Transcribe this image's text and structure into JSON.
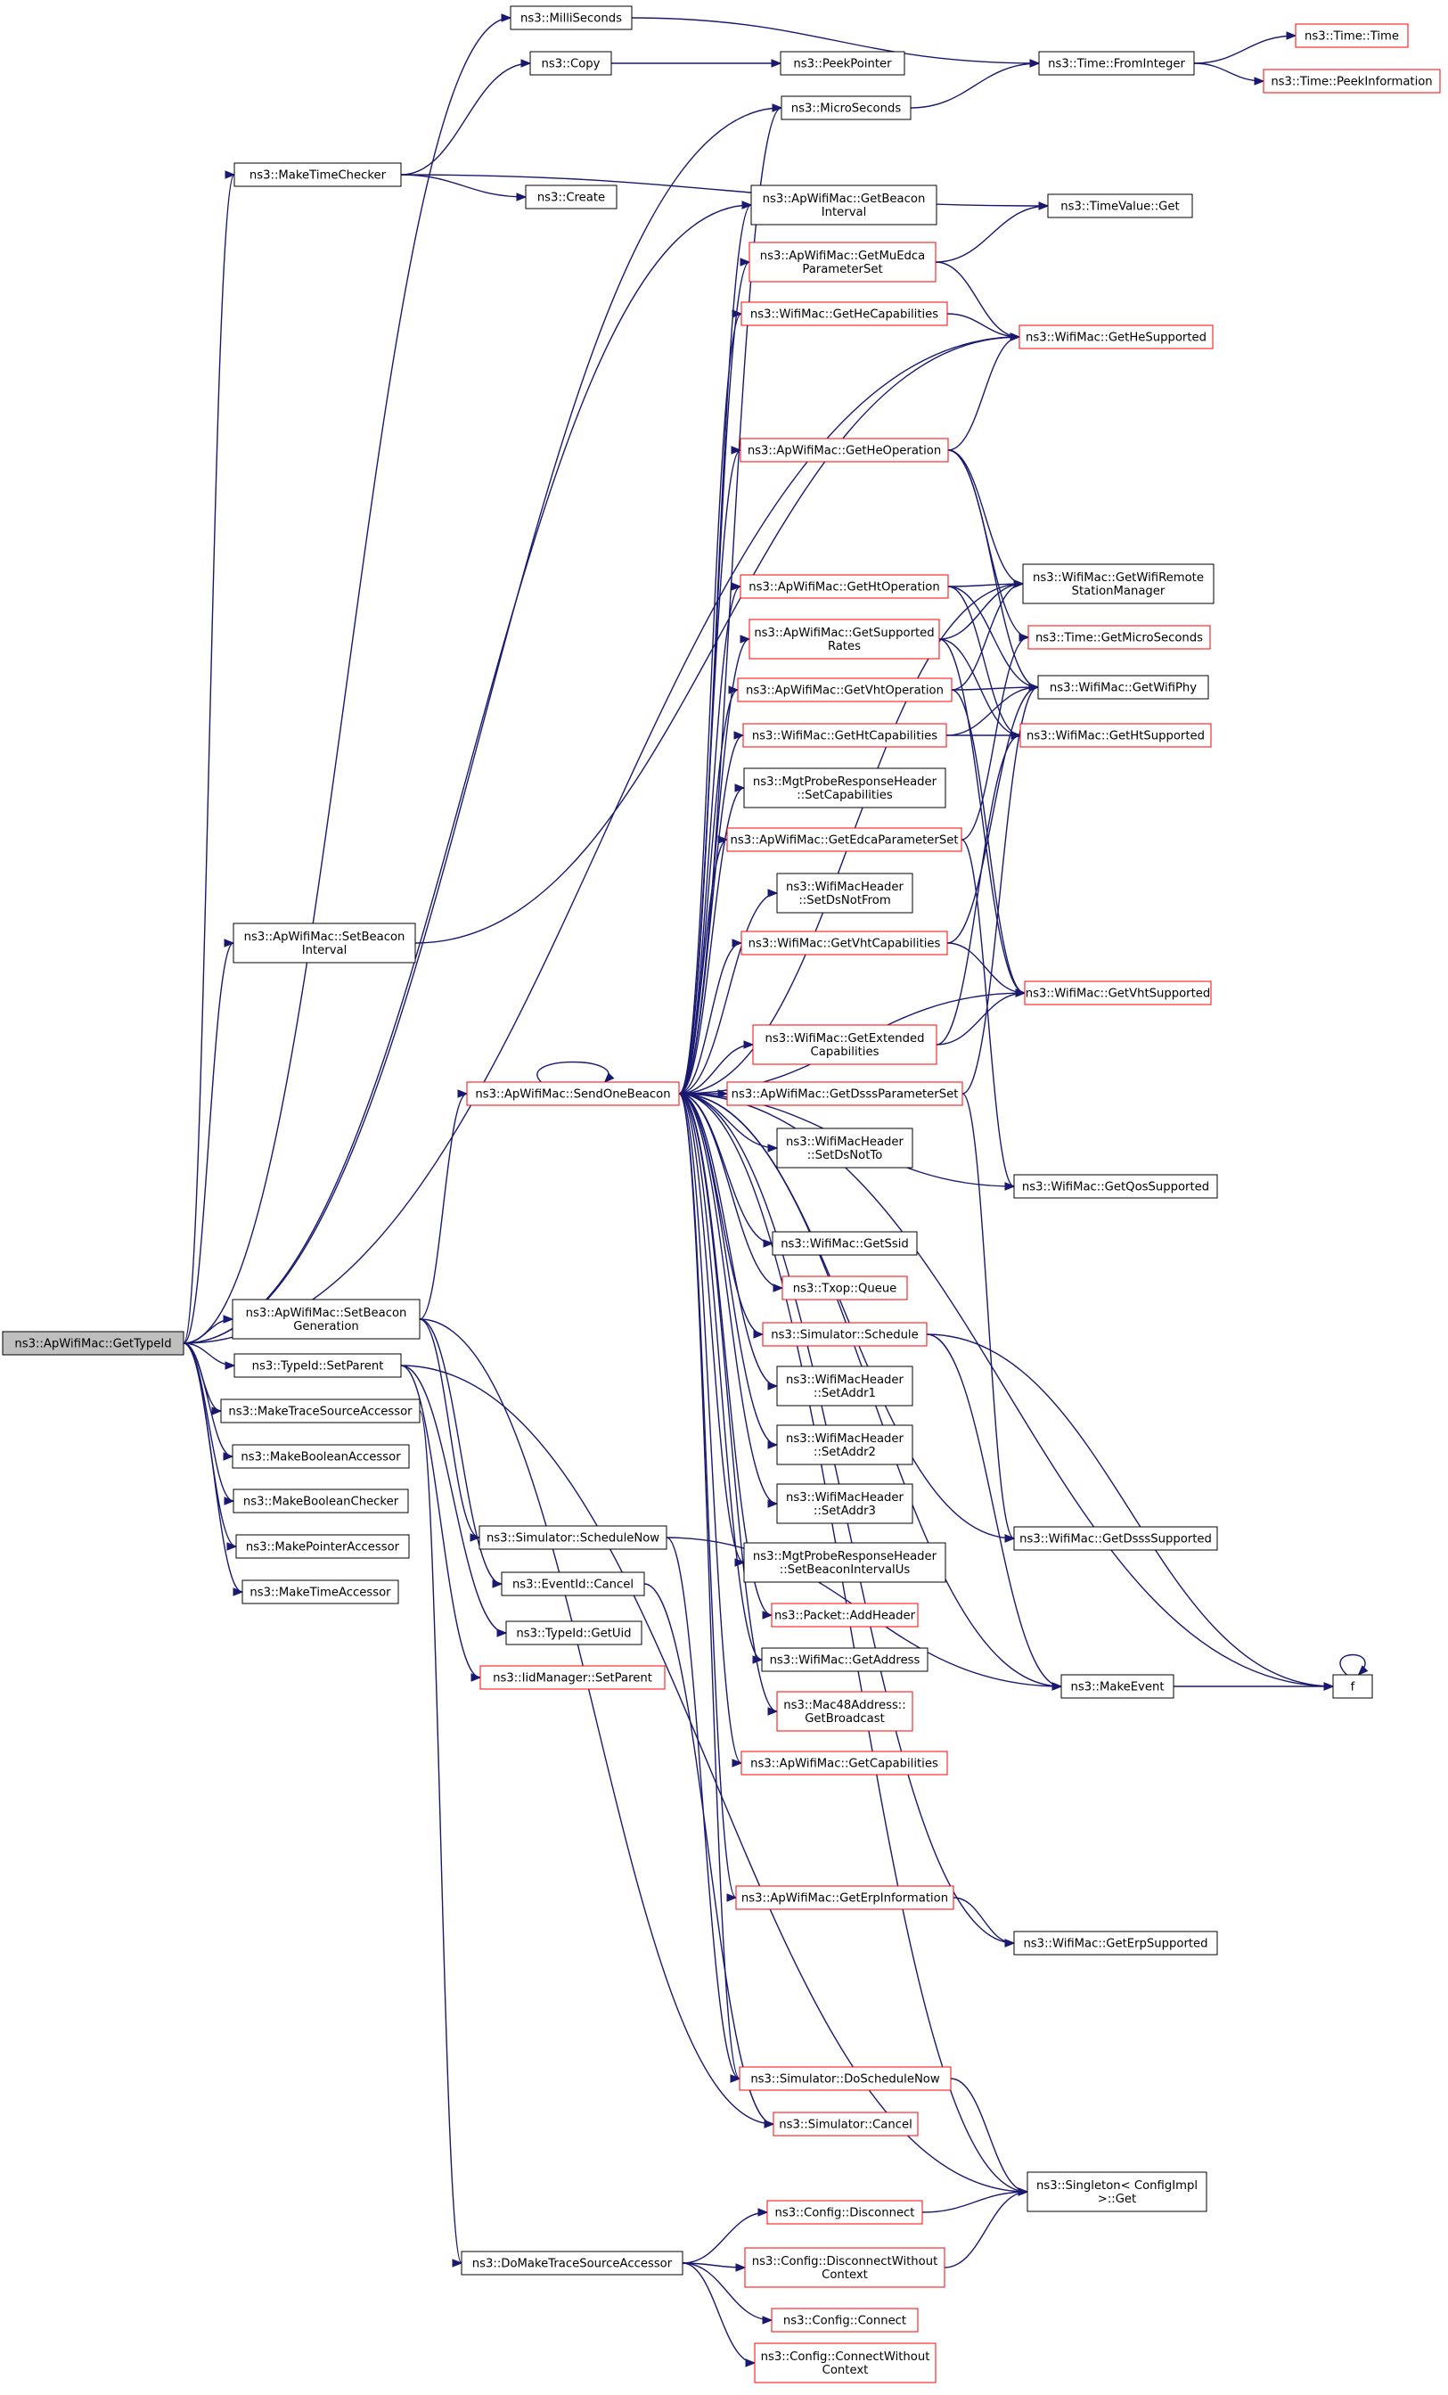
{
  "graph": {
    "root": "ns3::ApWifiMac::GetTypeId",
    "colors": {
      "root_fill": "#bfbfbf",
      "node_fill": "#ffffff",
      "documented_border": "#000000",
      "undocumented_border": "#ff0000",
      "edge": "#191970"
    },
    "nodes": [
      {
        "id": "n0",
        "lines": [
          "ns3::ApWifiMac::GetTypeId"
        ],
        "kind": "root"
      },
      {
        "id": "n1",
        "lines": [
          "ns3::MilliSeconds"
        ],
        "kind": "normal"
      },
      {
        "id": "n2",
        "lines": [
          "ns3::Copy"
        ],
        "kind": "normal"
      },
      {
        "id": "n3",
        "lines": [
          "ns3::PeekPointer"
        ],
        "kind": "normal"
      },
      {
        "id": "n4",
        "lines": [
          "ns3::MicroSeconds"
        ],
        "kind": "normal"
      },
      {
        "id": "n5",
        "lines": [
          "ns3::Time::FromInteger"
        ],
        "kind": "normal"
      },
      {
        "id": "n6",
        "lines": [
          "ns3::Time::Time"
        ],
        "kind": "red"
      },
      {
        "id": "n7",
        "lines": [
          "ns3::Time::PeekInformation"
        ],
        "kind": "red"
      },
      {
        "id": "n8",
        "lines": [
          "ns3::MakeTimeChecker"
        ],
        "kind": "normal"
      },
      {
        "id": "n9",
        "lines": [
          "ns3::Create"
        ],
        "kind": "normal"
      },
      {
        "id": "n10",
        "lines": [
          "ns3::ApWifiMac::GetBeacon",
          "Interval"
        ],
        "kind": "normal"
      },
      {
        "id": "n11",
        "lines": [
          "ns3::TimeValue::Get"
        ],
        "kind": "normal"
      },
      {
        "id": "n12",
        "lines": [
          "ns3::ApWifiMac::GetMuEdca",
          "ParameterSet"
        ],
        "kind": "red"
      },
      {
        "id": "n13",
        "lines": [
          "ns3::WifiMac::GetHeCapabilities"
        ],
        "kind": "red"
      },
      {
        "id": "n14",
        "lines": [
          "ns3::WifiMac::GetHeSupported"
        ],
        "kind": "red"
      },
      {
        "id": "n15",
        "lines": [
          "ns3::ApWifiMac::GetHeOperation"
        ],
        "kind": "red"
      },
      {
        "id": "n16",
        "lines": [
          "ns3::ApWifiMac::GetHtOperation"
        ],
        "kind": "red"
      },
      {
        "id": "n17",
        "lines": [
          "ns3::WifiMac::GetWifiRemote",
          "StationManager"
        ],
        "kind": "normal"
      },
      {
        "id": "n18",
        "lines": [
          "ns3::ApWifiMac::GetSupported",
          "Rates"
        ],
        "kind": "red"
      },
      {
        "id": "n19",
        "lines": [
          "ns3::Time::GetMicroSeconds"
        ],
        "kind": "red"
      },
      {
        "id": "n20",
        "lines": [
          "ns3::ApWifiMac::GetVhtOperation"
        ],
        "kind": "red"
      },
      {
        "id": "n21",
        "lines": [
          "ns3::WifiMac::GetWifiPhy"
        ],
        "kind": "normal"
      },
      {
        "id": "n22",
        "lines": [
          "ns3::WifiMac::GetHtCapabilities"
        ],
        "kind": "red"
      },
      {
        "id": "n23",
        "lines": [
          "ns3::WifiMac::GetHtSupported"
        ],
        "kind": "red"
      },
      {
        "id": "n24",
        "lines": [
          "ns3::MgtProbeResponseHeader",
          "::SetCapabilities"
        ],
        "kind": "normal"
      },
      {
        "id": "n25",
        "lines": [
          "ns3::ApWifiMac::GetEdcaParameterSet"
        ],
        "kind": "red"
      },
      {
        "id": "n26",
        "lines": [
          "ns3::WifiMacHeader",
          "::SetDsNotFrom"
        ],
        "kind": "normal"
      },
      {
        "id": "n27",
        "lines": [
          "ns3::ApWifiMac::SetBeacon",
          "Interval"
        ],
        "kind": "normal"
      },
      {
        "id": "n28",
        "lines": [
          "ns3::WifiMac::GetVhtCapabilities"
        ],
        "kind": "red"
      },
      {
        "id": "n29",
        "lines": [
          "ns3::WifiMac::GetVhtSupported"
        ],
        "kind": "red"
      },
      {
        "id": "n30",
        "lines": [
          "ns3::WifiMac::GetExtended",
          "Capabilities"
        ],
        "kind": "red"
      },
      {
        "id": "n31",
        "lines": [
          "ns3::ApWifiMac::SendOneBeacon"
        ],
        "kind": "red"
      },
      {
        "id": "n32",
        "lines": [
          "ns3::ApWifiMac::GetDsssParameterSet"
        ],
        "kind": "red"
      },
      {
        "id": "n33",
        "lines": [
          "ns3::WifiMacHeader",
          "::SetDsNotTo"
        ],
        "kind": "normal"
      },
      {
        "id": "n34",
        "lines": [
          "ns3::WifiMac::GetQosSupported"
        ],
        "kind": "normal"
      },
      {
        "id": "n35",
        "lines": [
          "ns3::WifiMac::GetSsid"
        ],
        "kind": "normal"
      },
      {
        "id": "n36",
        "lines": [
          "ns3::Txop::Queue"
        ],
        "kind": "red"
      },
      {
        "id": "n37",
        "lines": [
          "ns3::ApWifiMac::SetBeacon",
          "Generation"
        ],
        "kind": "normal"
      },
      {
        "id": "n38",
        "lines": [
          "ns3::Simulator::Schedule"
        ],
        "kind": "red"
      },
      {
        "id": "n39",
        "lines": [
          "ns3::TypeId::SetParent"
        ],
        "kind": "normal"
      },
      {
        "id": "n40",
        "lines": [
          "ns3::WifiMacHeader",
          "::SetAddr1"
        ],
        "kind": "normal"
      },
      {
        "id": "n41",
        "lines": [
          "ns3::MakeTraceSourceAccessor"
        ],
        "kind": "normal"
      },
      {
        "id": "n42",
        "lines": [
          "ns3::WifiMacHeader",
          "::SetAddr2"
        ],
        "kind": "normal"
      },
      {
        "id": "n43",
        "lines": [
          "ns3::MakeBooleanAccessor"
        ],
        "kind": "normal"
      },
      {
        "id": "n44",
        "lines": [
          "ns3::MakeBooleanChecker"
        ],
        "kind": "normal"
      },
      {
        "id": "n45",
        "lines": [
          "ns3::WifiMacHeader",
          "::SetAddr3"
        ],
        "kind": "normal"
      },
      {
        "id": "n46",
        "lines": [
          "ns3::MakePointerAccessor"
        ],
        "kind": "normal"
      },
      {
        "id": "n47",
        "lines": [
          "ns3::Simulator::ScheduleNow"
        ],
        "kind": "normal"
      },
      {
        "id": "n48",
        "lines": [
          "ns3::WifiMac::GetDsssSupported"
        ],
        "kind": "normal"
      },
      {
        "id": "n49",
        "lines": [
          "ns3::MgtProbeResponseHeader",
          "::SetBeaconIntervalUs"
        ],
        "kind": "normal"
      },
      {
        "id": "n50",
        "lines": [
          "ns3::MakeTimeAccessor"
        ],
        "kind": "normal"
      },
      {
        "id": "n51",
        "lines": [
          "ns3::EventId::Cancel"
        ],
        "kind": "normal"
      },
      {
        "id": "n52",
        "lines": [
          "ns3::Packet::AddHeader"
        ],
        "kind": "red"
      },
      {
        "id": "n53",
        "lines": [
          "ns3::TypeId::GetUid"
        ],
        "kind": "normal"
      },
      {
        "id": "n54",
        "lines": [
          "ns3::WifiMac::GetAddress"
        ],
        "kind": "normal"
      },
      {
        "id": "n55",
        "lines": [
          "ns3::IidManager::SetParent"
        ],
        "kind": "red"
      },
      {
        "id": "n56",
        "lines": [
          "ns3::MakeEvent"
        ],
        "kind": "normal"
      },
      {
        "id": "n57",
        "lines": [
          "f"
        ],
        "kind": "normal"
      },
      {
        "id": "n58",
        "lines": [
          "ns3::Mac48Address::",
          "GetBroadcast"
        ],
        "kind": "red"
      },
      {
        "id": "n59",
        "lines": [
          "ns3::ApWifiMac::GetCapabilities"
        ],
        "kind": "red"
      },
      {
        "id": "n60",
        "lines": [
          "ns3::ApWifiMac::GetErpInformation"
        ],
        "kind": "red"
      },
      {
        "id": "n61",
        "lines": [
          "ns3::WifiMac::GetErpSupported"
        ],
        "kind": "normal"
      },
      {
        "id": "n62",
        "lines": [
          "ns3::Simulator::DoScheduleNow"
        ],
        "kind": "red"
      },
      {
        "id": "n63",
        "lines": [
          "ns3::Simulator::Cancel"
        ],
        "kind": "red"
      },
      {
        "id": "n64",
        "lines": [
          "ns3::Singleton< ConfigImpl",
          ">::Get"
        ],
        "kind": "normal"
      },
      {
        "id": "n65",
        "lines": [
          "ns3::Config::Disconnect"
        ],
        "kind": "red"
      },
      {
        "id": "n66",
        "lines": [
          "ns3::DoMakeTraceSourceAccessor"
        ],
        "kind": "normal"
      },
      {
        "id": "n67",
        "lines": [
          "ns3::Config::DisconnectWithout",
          "Context"
        ],
        "kind": "red"
      },
      {
        "id": "n68",
        "lines": [
          "ns3::Config::Connect"
        ],
        "kind": "red"
      },
      {
        "id": "n69",
        "lines": [
          "ns3::Config::ConnectWithout",
          "Context"
        ],
        "kind": "red"
      }
    ],
    "edges": [
      [
        "n0",
        "n1"
      ],
      [
        "n0",
        "n4"
      ],
      [
        "n0",
        "n8"
      ],
      [
        "n0",
        "n10"
      ],
      [
        "n0",
        "n14"
      ],
      [
        "n0",
        "n27"
      ],
      [
        "n0",
        "n37"
      ],
      [
        "n0",
        "n39"
      ],
      [
        "n0",
        "n41"
      ],
      [
        "n0",
        "n43"
      ],
      [
        "n0",
        "n44"
      ],
      [
        "n0",
        "n46"
      ],
      [
        "n0",
        "n50"
      ],
      [
        "n1",
        "n5"
      ],
      [
        "n4",
        "n5"
      ],
      [
        "n5",
        "n6"
      ],
      [
        "n5",
        "n7"
      ],
      [
        "n2",
        "n3"
      ],
      [
        "n8",
        "n2"
      ],
      [
        "n8",
        "n9"
      ],
      [
        "n8",
        "n11"
      ],
      [
        "n27",
        "n14"
      ],
      [
        "n12",
        "n11"
      ],
      [
        "n12",
        "n14"
      ],
      [
        "n13",
        "n14"
      ],
      [
        "n15",
        "n14"
      ],
      [
        "n15",
        "n17"
      ],
      [
        "n15",
        "n19"
      ],
      [
        "n15",
        "n21"
      ],
      [
        "n16",
        "n17"
      ],
      [
        "n16",
        "n21"
      ],
      [
        "n16",
        "n23"
      ],
      [
        "n18",
        "n17"
      ],
      [
        "n18",
        "n23"
      ],
      [
        "n18",
        "n29"
      ],
      [
        "n20",
        "n17"
      ],
      [
        "n20",
        "n21"
      ],
      [
        "n20",
        "n29"
      ],
      [
        "n22",
        "n21"
      ],
      [
        "n22",
        "n23"
      ],
      [
        "n25",
        "n19"
      ],
      [
        "n25",
        "n34"
      ],
      [
        "n28",
        "n21"
      ],
      [
        "n28",
        "n29"
      ],
      [
        "n30",
        "n23"
      ],
      [
        "n30",
        "n29"
      ],
      [
        "n32",
        "n21"
      ],
      [
        "n32",
        "n48"
      ],
      [
        "n31",
        "n4"
      ],
      [
        "n31",
        "n10"
      ],
      [
        "n31",
        "n12"
      ],
      [
        "n31",
        "n13"
      ],
      [
        "n31",
        "n15"
      ],
      [
        "n31",
        "n16"
      ],
      [
        "n31",
        "n17"
      ],
      [
        "n31",
        "n18"
      ],
      [
        "n31",
        "n20"
      ],
      [
        "n31",
        "n22"
      ],
      [
        "n31",
        "n24"
      ],
      [
        "n31",
        "n25"
      ],
      [
        "n31",
        "n26"
      ],
      [
        "n31",
        "n28"
      ],
      [
        "n31",
        "n30"
      ],
      [
        "n31",
        "n31"
      ],
      [
        "n31",
        "n32"
      ],
      [
        "n31",
        "n33"
      ],
      [
        "n31",
        "n29"
      ],
      [
        "n31",
        "n35"
      ],
      [
        "n31",
        "n36"
      ],
      [
        "n31",
        "n38"
      ],
      [
        "n31",
        "n40"
      ],
      [
        "n31",
        "n42"
      ],
      [
        "n31",
        "n45"
      ],
      [
        "n31",
        "n49"
      ],
      [
        "n31",
        "n52"
      ],
      [
        "n31",
        "n54"
      ],
      [
        "n31",
        "n58"
      ],
      [
        "n31",
        "n59"
      ],
      [
        "n31",
        "n60"
      ],
      [
        "n31",
        "n48"
      ],
      [
        "n31",
        "n56"
      ],
      [
        "n31",
        "n61"
      ],
      [
        "n31",
        "n57"
      ],
      [
        "n31",
        "n62"
      ],
      [
        "n31",
        "n64"
      ],
      [
        "n31",
        "n34"
      ],
      [
        "n37",
        "n31"
      ],
      [
        "n37",
        "n47"
      ],
      [
        "n37",
        "n51"
      ],
      [
        "n37",
        "n63"
      ],
      [
        "n38",
        "n56"
      ],
      [
        "n38",
        "n57"
      ],
      [
        "n57",
        "n57"
      ],
      [
        "n56",
        "n57"
      ],
      [
        "n47",
        "n62"
      ],
      [
        "n47",
        "n56"
      ],
      [
        "n51",
        "n63"
      ],
      [
        "n60",
        "n61"
      ],
      [
        "n62",
        "n64"
      ],
      [
        "n39",
        "n53"
      ],
      [
        "n39",
        "n55"
      ],
      [
        "n39",
        "n64"
      ],
      [
        "n41",
        "n66"
      ],
      [
        "n66",
        "n65"
      ],
      [
        "n66",
        "n67"
      ],
      [
        "n66",
        "n68"
      ],
      [
        "n66",
        "n69"
      ],
      [
        "n65",
        "n64"
      ],
      [
        "n67",
        "n64"
      ]
    ]
  }
}
